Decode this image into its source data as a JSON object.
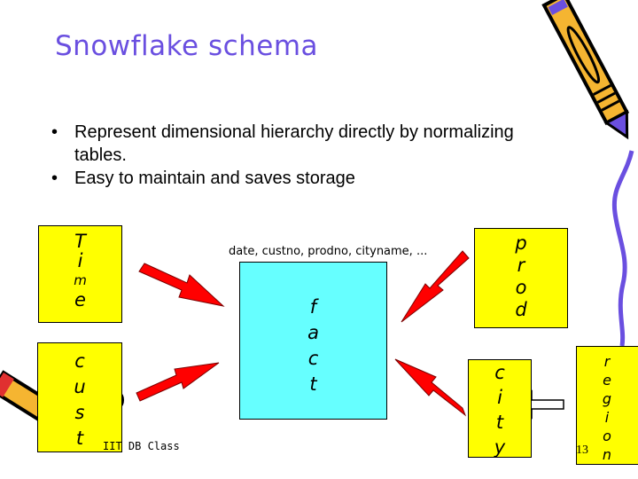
{
  "slide": {
    "title": "Snowflake schema",
    "bullets": [
      {
        "marker": "•",
        "text": "Represent dimensional hierarchy directly by normalizing tables."
      },
      {
        "marker": "•",
        "text": "Easy to maintain and saves storage"
      }
    ],
    "footer": "IIT DB Class",
    "page_number": "13"
  },
  "diagram": {
    "fact_fields": "date, custno, prodno, cityname,  ...",
    "tables": {
      "time": {
        "label": "Time",
        "letters": [
          "T",
          "i",
          "m",
          "e"
        ],
        "color": "#ffff00"
      },
      "cust": {
        "label": "cust",
        "letters": [
          "c",
          "u",
          "s",
          "t"
        ],
        "color": "#ffff00"
      },
      "fact": {
        "label": "fact",
        "letters": [
          "f",
          "a",
          "c",
          "t"
        ],
        "color": "#66ffff"
      },
      "prod": {
        "label": "prod",
        "letters": [
          "p",
          "r",
          "o",
          "d"
        ],
        "color": "#ffff00"
      },
      "city": {
        "label": "city",
        "letters": [
          "c",
          "i",
          "t",
          "y"
        ],
        "color": "#ffff00"
      },
      "region": {
        "label": "region",
        "letters": [
          "r",
          "e",
          "g",
          "i",
          "o",
          "n"
        ],
        "color": "#ffff00"
      }
    },
    "arrows": [
      {
        "from": "time",
        "to": "fact",
        "color": "#ff0000"
      },
      {
        "from": "cust",
        "to": "fact",
        "color": "#ff0000"
      },
      {
        "from": "prod",
        "to": "fact",
        "color": "#ff0000"
      },
      {
        "from": "city",
        "to": "fact",
        "color": "#ff0000"
      },
      {
        "from": "region",
        "to": "city",
        "color": "#ffffff"
      }
    ],
    "colors": {
      "title": "#6a4fe0",
      "dimension": "#ffff00",
      "fact": "#66ffff",
      "arrow": "#ff0000",
      "squiggle": "#6a4fe0"
    }
  }
}
